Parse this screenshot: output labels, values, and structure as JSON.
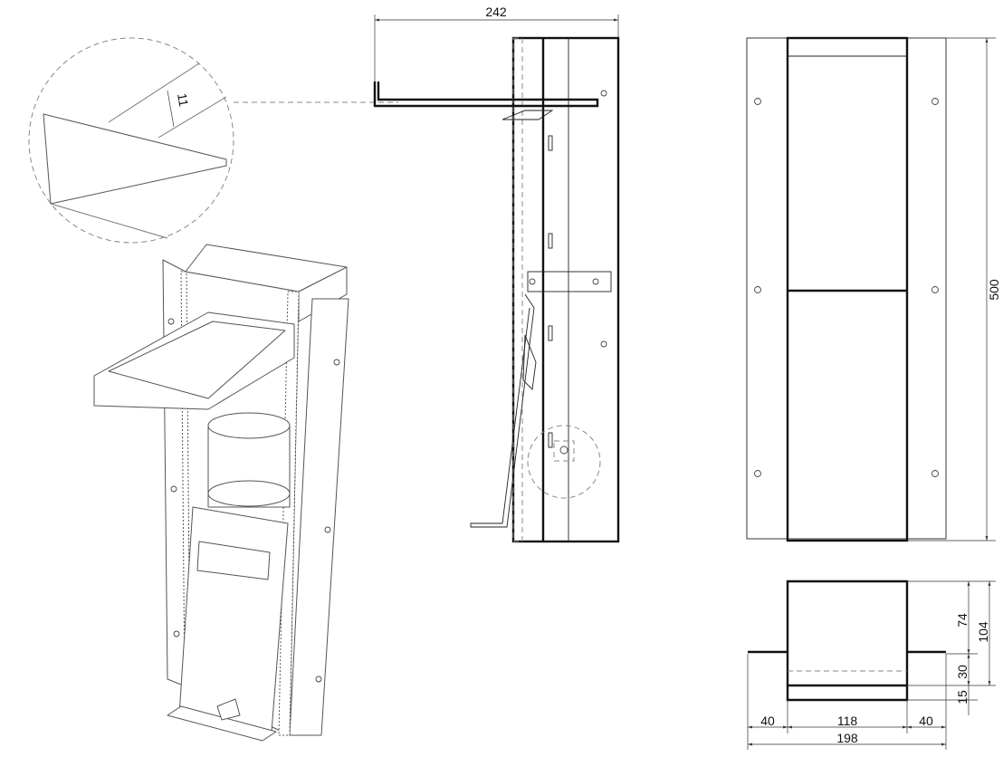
{
  "dimensions": {
    "depth_total": "242",
    "lip_detail": "11",
    "height_total": "500",
    "box_depth": "74",
    "overall_depth": "104",
    "flange_offset": "30",
    "front_offset": "15",
    "flange_left": "40",
    "box_width": "118",
    "flange_right": "40",
    "overall_width": "198"
  }
}
